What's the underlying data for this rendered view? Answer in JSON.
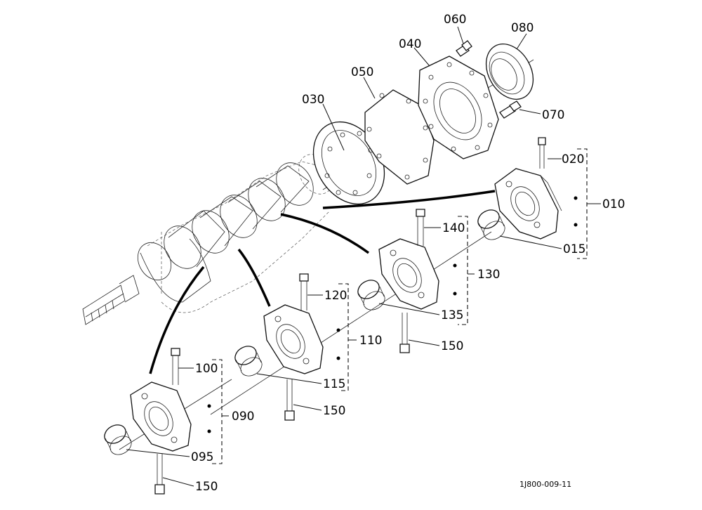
{
  "labels": {
    "p010": "010",
    "p015": "015",
    "p020": "020",
    "p030": "030",
    "p040": "040",
    "p050": "050",
    "p060": "060",
    "p070": "070",
    "p080": "080",
    "p090": "090",
    "p095": "095",
    "p100": "100",
    "p110": "110",
    "p115": "115",
    "p120": "120",
    "p130": "130",
    "p135": "135",
    "p140": "140",
    "p150a": "150",
    "p150b": "150",
    "p150c": "150"
  },
  "drawing_code": "1J800-009-11"
}
